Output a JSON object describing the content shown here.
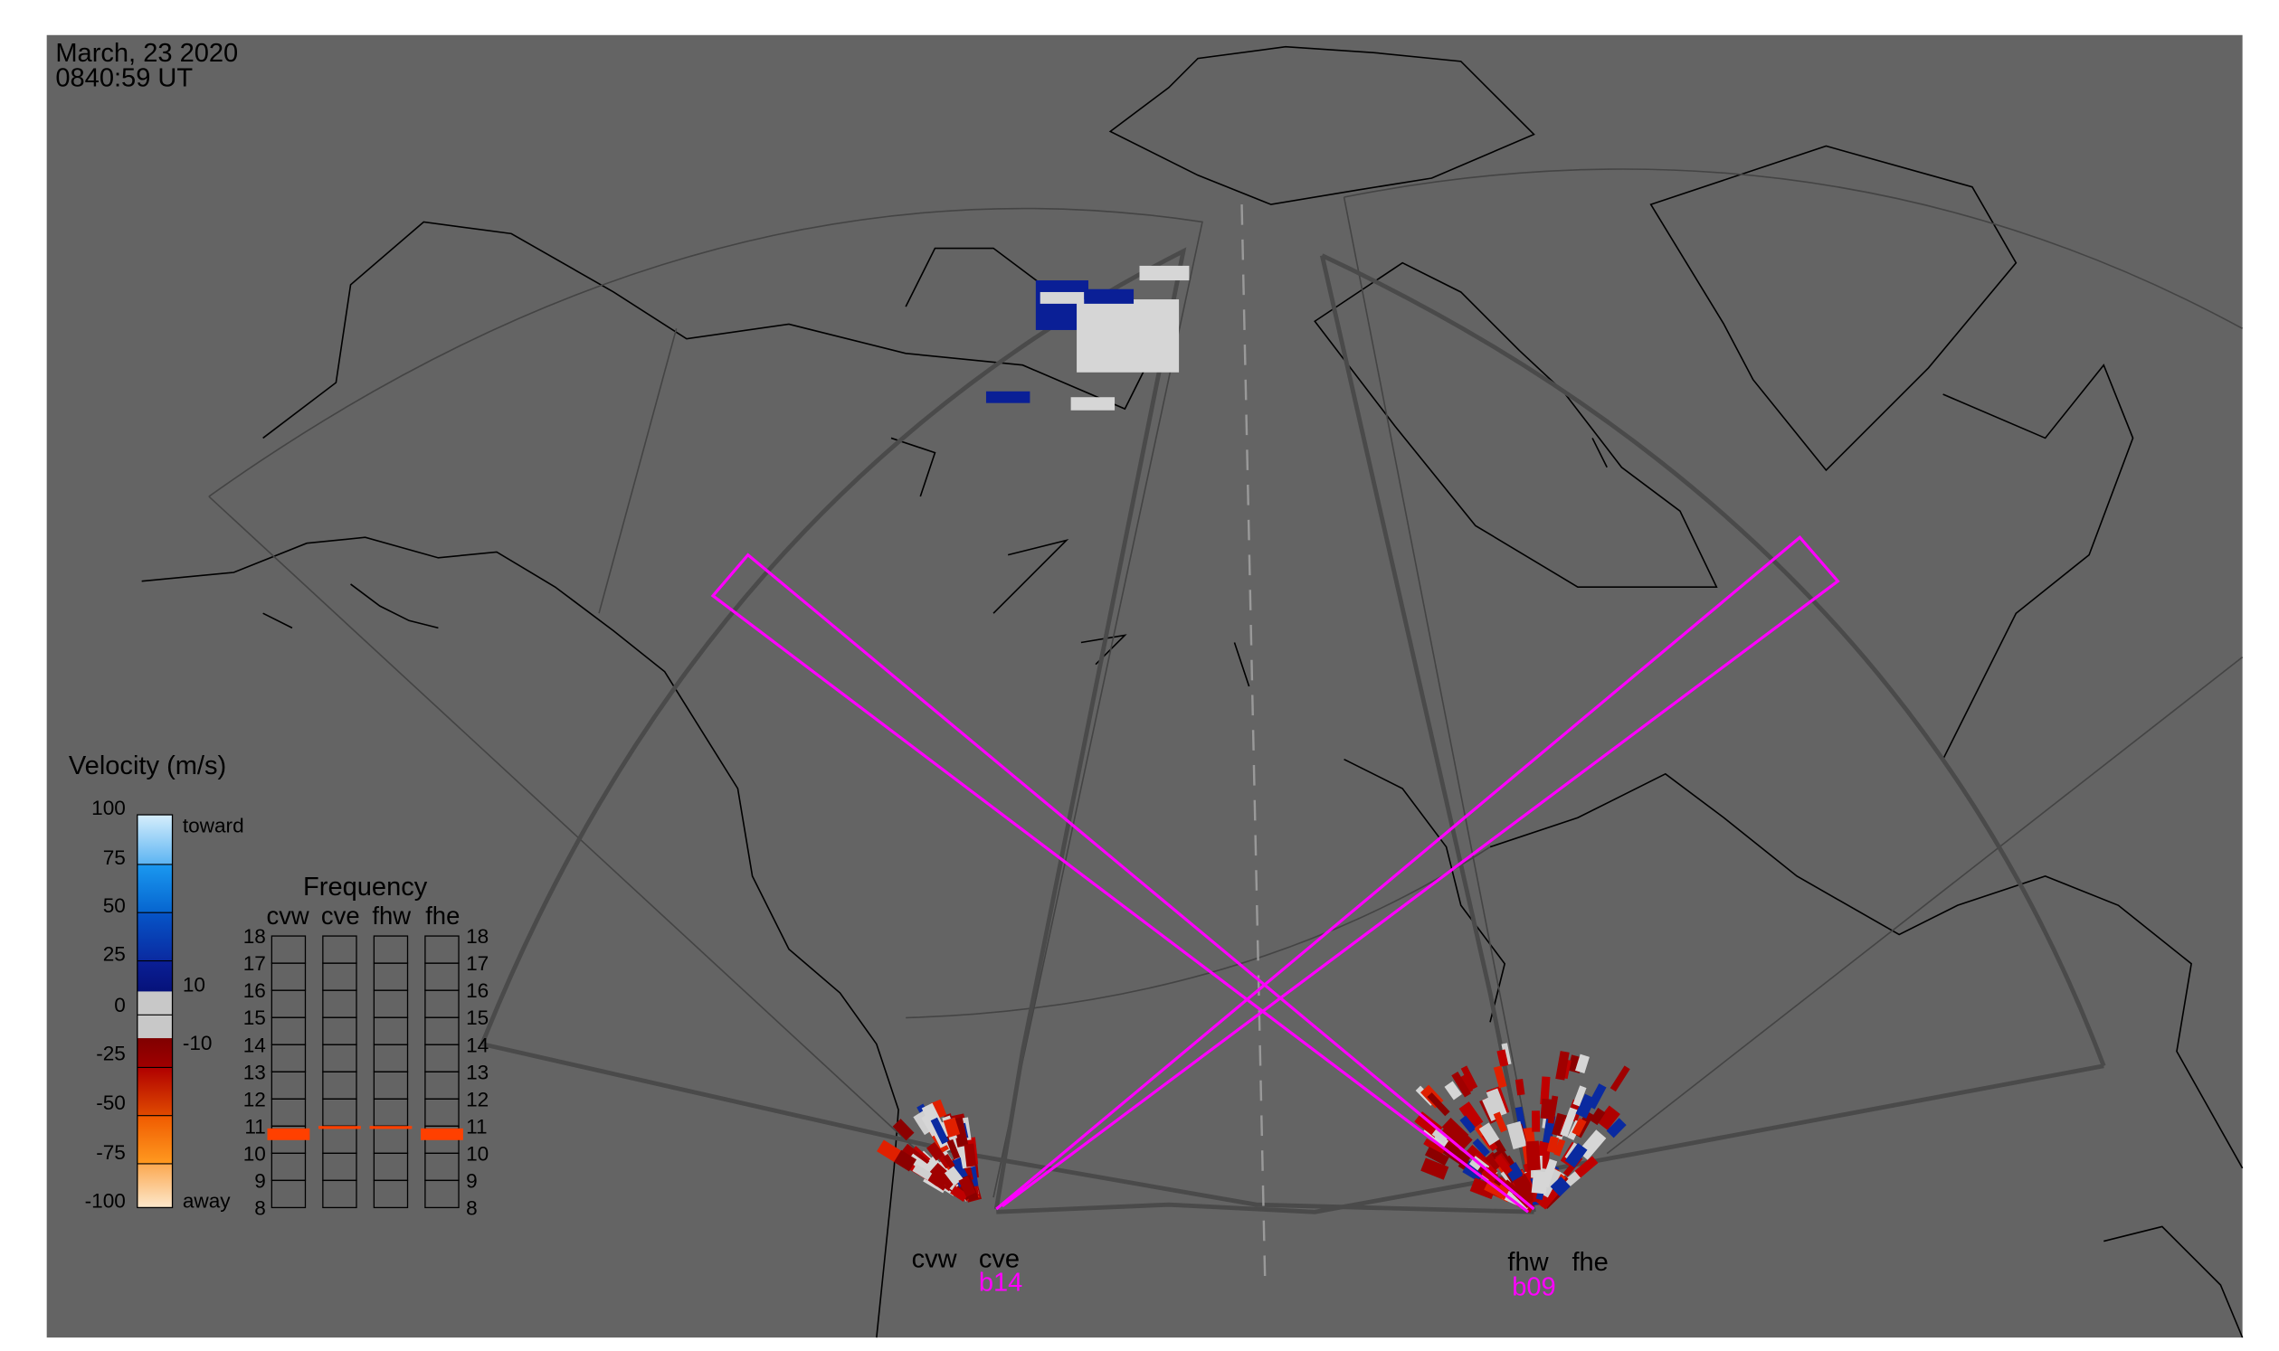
{
  "header": {
    "date": "March, 23 2020",
    "time": "0840:59 UT"
  },
  "colorbar": {
    "title": "Velocity (m/s)",
    "ticks": [
      "100",
      "75",
      "50",
      "25",
      "0",
      "-25",
      "-50",
      "-75",
      "-100"
    ],
    "label_toward": "toward",
    "label_away": "away",
    "threshold_pos": "10",
    "threshold_neg": "-10",
    "colors": {
      "toward_light": "#bfe4fb",
      "toward": "#0b86ea",
      "toward_dark": "#0a1f96",
      "ground": "#c8c8c8",
      "away_dark": "#8c0000",
      "away": "#ff7a00",
      "away_light": "#fde3c6"
    }
  },
  "frequency_panel": {
    "title": "Frequency",
    "radars": [
      "cvw",
      "cve",
      "fhw",
      "fhe"
    ],
    "ticks": [
      "18",
      "17",
      "16",
      "15",
      "14",
      "13",
      "12",
      "11",
      "10",
      "9",
      "8"
    ],
    "range_mhz": [
      8,
      18
    ],
    "values_mhz": [
      10.7,
      10.95,
      10.95,
      10.7
    ],
    "marker_color": "#ff4000"
  },
  "radars": {
    "cvw": "cvw",
    "cve": "cve",
    "fhw": "fhw",
    "fhe": "fhe",
    "beam_cve": "b14",
    "beam_fhw": "b09",
    "beam_color": "#ff00ff"
  },
  "map": {
    "background": "#646464"
  }
}
